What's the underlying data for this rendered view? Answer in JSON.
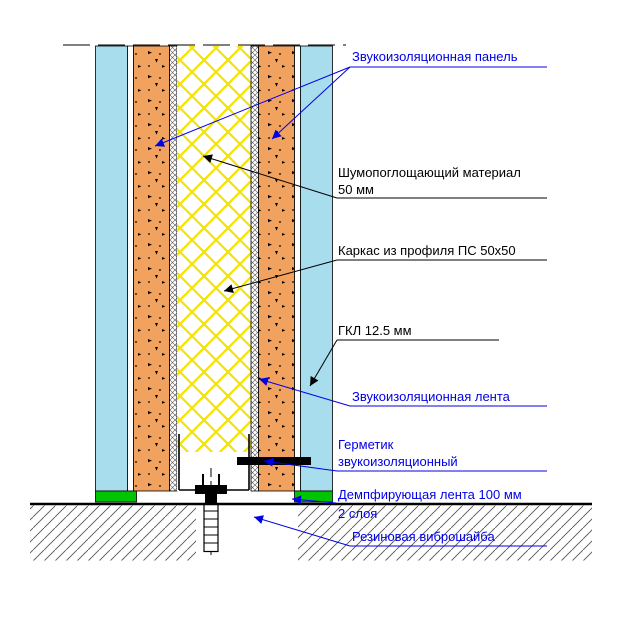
{
  "drawing": {
    "labels": {
      "sound_panel": "Звукоизоляционная панель",
      "absorber": "Шумопоглощающий материал",
      "absorber_thickness": "50 мм",
      "frame": "Каркас из профиля ПС 50x50",
      "gkl": "ГКЛ 12.5 мм",
      "sound_tape": "Звукоизоляционная лента",
      "sealant_1": "Герметик",
      "sealant_2": "звукоизоляционный",
      "damper_tape_1": "Демпфирующая лента 100 мм",
      "damper_tape_2": "2 слоя",
      "rubber_washer": "Резиновая виброшайба"
    },
    "colors": {
      "label_blue": "#0000e6",
      "gypsum_cyan": "#a8dded",
      "panel_orange": "#f2a25f",
      "lattice_yellow": "#f2e400",
      "damper_green": "#00c400",
      "hatch_gray": "#555555"
    }
  }
}
